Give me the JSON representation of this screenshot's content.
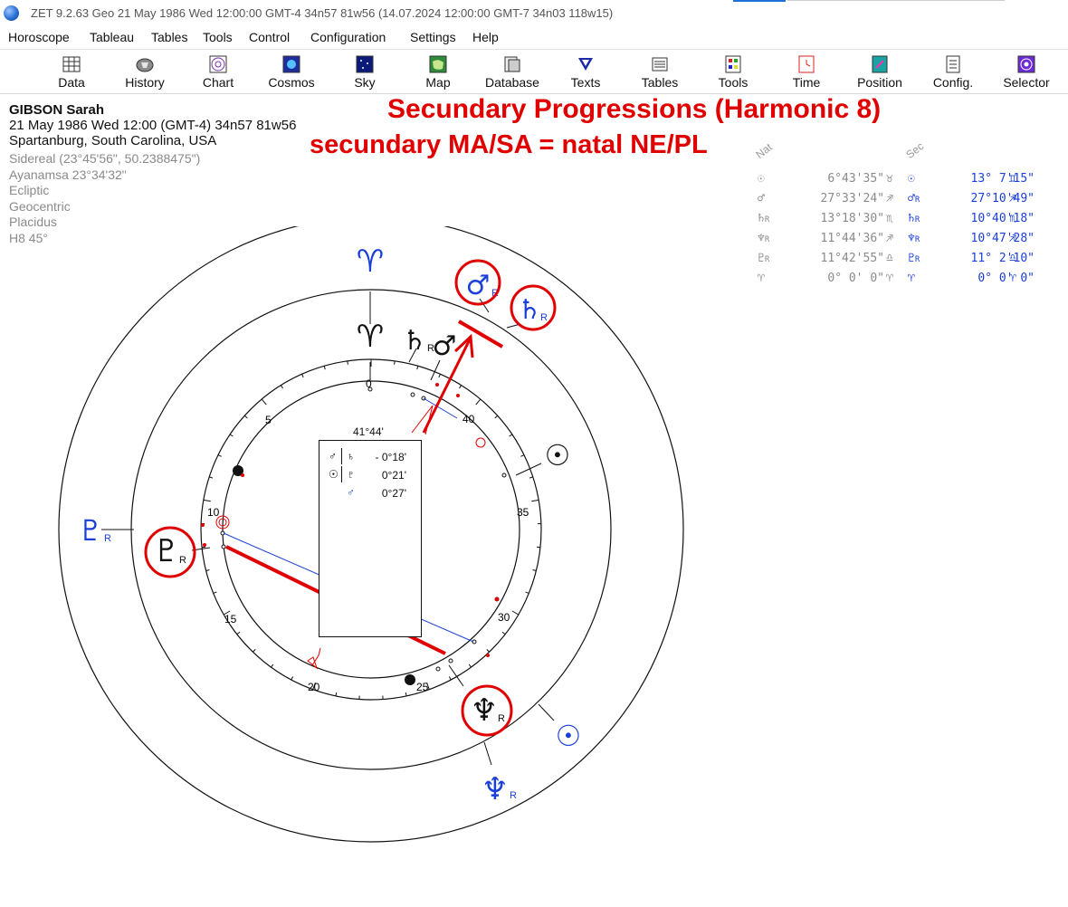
{
  "window": {
    "title": "ZET 9.2.63 Geo   21 May 1986  Wed  12:00:00 GMT-4 34n57  81w56  (14.07.2024  12:00:00 GMT-7 34n03 118w15)"
  },
  "menu": [
    "Horoscope",
    "Tableau",
    "Tables",
    "Tools",
    "Control",
    "Configuration",
    "Settings",
    "Help"
  ],
  "toolbar": [
    {
      "label": "Data",
      "icon": "data-grid-icon"
    },
    {
      "label": "History",
      "icon": "history-icon"
    },
    {
      "label": "Chart",
      "icon": "chart-wheel-icon"
    },
    {
      "label": "Cosmos",
      "icon": "cosmos-icon"
    },
    {
      "label": "Sky",
      "icon": "sky-icon"
    },
    {
      "label": "Map",
      "icon": "map-icon"
    },
    {
      "label": "Database",
      "icon": "database-icon"
    },
    {
      "label": "Texts",
      "icon": "texts-icon"
    },
    {
      "label": "Tables",
      "icon": "tables-icon"
    },
    {
      "label": "Tools",
      "icon": "tools-icon"
    },
    {
      "label": "Time",
      "icon": "time-icon"
    },
    {
      "label": "Position",
      "icon": "position-icon"
    },
    {
      "label": "Config.",
      "icon": "config-icon"
    },
    {
      "label": "Selector",
      "icon": "selector-icon"
    }
  ],
  "person": {
    "name": "GIBSON Sarah",
    "date_line": "21 May 1986  Wed  12:00 (GMT-4) 34n57  81w56",
    "place": "Spartanburg, South Carolina, USA"
  },
  "settings": [
    "Sidereal (23°45'56\", 50.2388475\")",
    "Ayanamsa 23°34'32\"",
    "Ecliptic",
    "Geocentric",
    "Placidus",
    "H8  45°"
  ],
  "annotation": {
    "line1": "Secundary Progressions (Harmonic 8)",
    "line2": "secundary MA/SA = natal NE/PL"
  },
  "positions": {
    "nat_header": "Nat",
    "sec_header": "Sec",
    "rows": [
      {
        "nat_glyph": "☉",
        "nat_retro": "",
        "nat_value": "6°43'35\"",
        "nat_sign": "♉",
        "sec_glyph": "☉",
        "sec_retro": "",
        "sec_value": "13° 7'15\"",
        "sec_sign": "♊"
      },
      {
        "nat_glyph": "♂",
        "nat_retro": "",
        "nat_value": "27°33'24\"",
        "nat_sign": "♐",
        "sec_glyph": "♂",
        "sec_retro": "R",
        "sec_value": "27°10'49\"",
        "sec_sign": "♐"
      },
      {
        "nat_glyph": "♄",
        "nat_retro": "R",
        "nat_value": "13°18'30\"",
        "nat_sign": "♏",
        "sec_glyph": "♄",
        "sec_retro": "R",
        "sec_value": "10°40'18\"",
        "sec_sign": "♏"
      },
      {
        "nat_glyph": "♆",
        "nat_retro": "R",
        "nat_value": "11°44'36\"",
        "nat_sign": "♐",
        "sec_glyph": "♆",
        "sec_retro": "R",
        "sec_value": "10°47'28\"",
        "sec_sign": "♐"
      },
      {
        "nat_glyph": "♇",
        "nat_retro": "R",
        "nat_value": "11°42'55\"",
        "nat_sign": "♎",
        "sec_glyph": "♇",
        "sec_retro": "R",
        "sec_value": "11° 2'10\"",
        "sec_sign": "♎"
      },
      {
        "nat_glyph": "♈",
        "nat_retro": "",
        "nat_value": "0° 0' 0\"",
        "nat_sign": "♈",
        "sec_glyph": "♈",
        "sec_retro": "",
        "sec_value": "0° 0' 0\"",
        "sec_sign": "♈"
      }
    ]
  },
  "chart": {
    "scale_labels": [
      "0",
      "5",
      "10",
      "15",
      "20",
      "25",
      "30",
      "35",
      "40"
    ],
    "natal_planets": [
      {
        "glyph": "♈",
        "retro": ""
      },
      {
        "glyph": "♄",
        "retro": "R"
      },
      {
        "glyph": "♂",
        "retro": ""
      },
      {
        "glyph": "☉",
        "retro": ""
      },
      {
        "glyph": "♇",
        "retro": "R"
      },
      {
        "glyph": "♆",
        "retro": "R"
      }
    ],
    "progressed_planets": [
      {
        "glyph": "♈",
        "retro": ""
      },
      {
        "glyph": "♂",
        "retro": "R"
      },
      {
        "glyph": "♄",
        "retro": "R"
      },
      {
        "glyph": "☉",
        "retro": ""
      },
      {
        "glyph": "♇",
        "retro": "R"
      },
      {
        "glyph": "♆",
        "retro": "R"
      }
    ],
    "aspect_box": {
      "degree": "41°44'",
      "rows": [
        {
          "g1": "♂",
          "g2": "♄",
          "value": "- 0°18'"
        },
        {
          "g1": "☉",
          "g2": "♇",
          "value": "0°21'"
        },
        {
          "g1": "♂",
          "g2": "",
          "value": "0°27'"
        }
      ]
    }
  },
  "colors": {
    "natal": "#111111",
    "progressed": "#1a3fd8",
    "annotation": "#e00000",
    "grey_text": "#8a8a8a"
  }
}
